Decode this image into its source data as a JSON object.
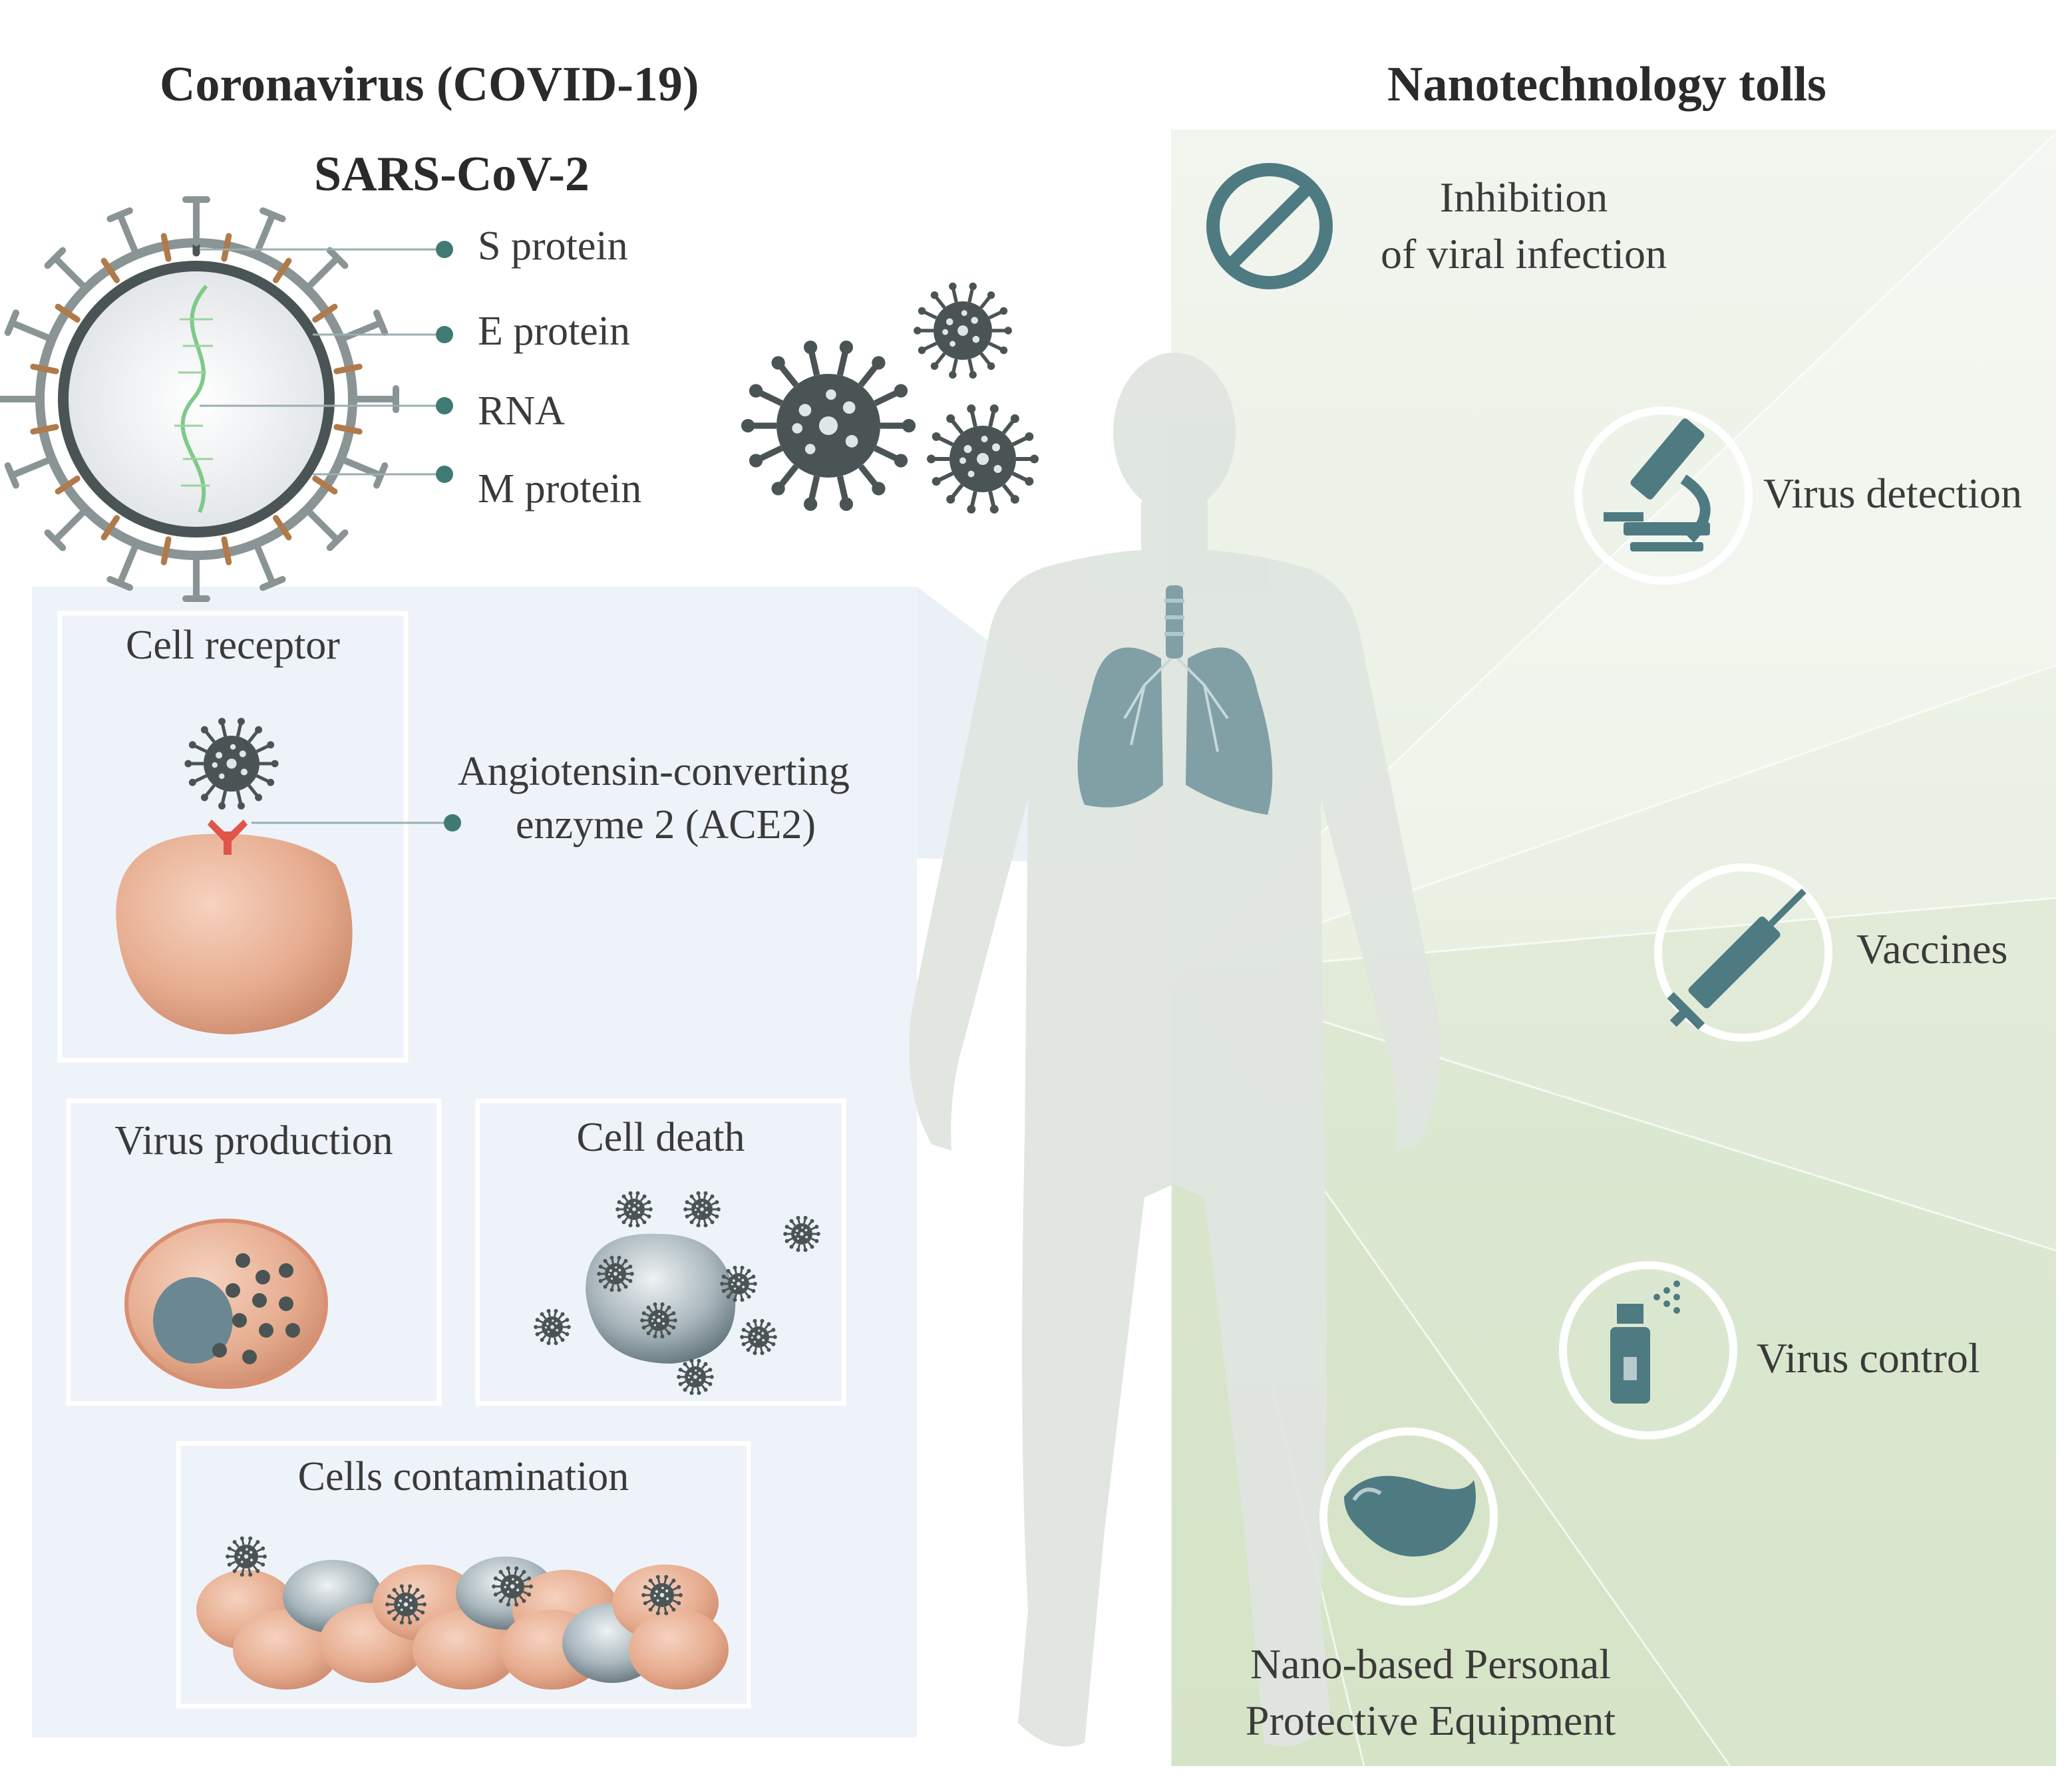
{
  "left": {
    "title": "Coronavirus (COVID-19)",
    "subtitle": "SARS-CoV-2",
    "virus_parts": [
      "S protein",
      "E protein",
      "RNA",
      "M protein"
    ],
    "boxes": {
      "cell_receptor": "Cell receptor",
      "ace2_line1": "Angiotensin-converting",
      "ace2_line2": "enzyme 2 (ACE2)",
      "virus_production": "Virus production",
      "cell_death": "Cell death",
      "cells_contamination": "Cells contamination"
    }
  },
  "right": {
    "title": "Nanotechnology tolls",
    "tools": {
      "inhibition_line1": "Inhibition",
      "inhibition_line2": "of viral infection",
      "detection": "Virus detection",
      "vaccines": "Vaccines",
      "control": "Virus control",
      "ppe_line1": "Nano-based Personal",
      "ppe_line2": "Protective Equipment"
    }
  },
  "colors": {
    "teal_icon": "#4e7a82",
    "virus_dark": "#4a5454",
    "cell_peach": "#e3a98c",
    "cell_gray": "#8e9ea6",
    "panel_blue": "#eef3f9",
    "panel_green": "#e6efde",
    "silhouette": "#dfe4df",
    "rna_green": "#7fc98a",
    "receptor_red": "#e0554a"
  },
  "icons": [
    "prohibition-icon",
    "microscope-icon",
    "syringe-icon",
    "spray-bottle-icon",
    "face-mask-icon"
  ]
}
